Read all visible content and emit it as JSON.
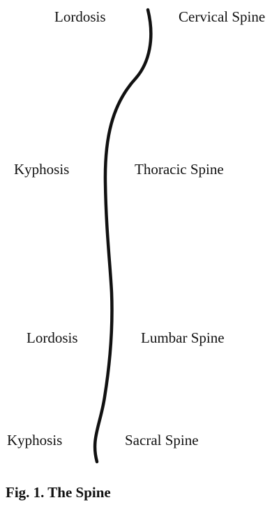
{
  "figure": {
    "caption": "Fig. 1.  The Spine",
    "regions": [
      {
        "curve": "Lordosis",
        "region": "Cervical Spine"
      },
      {
        "curve": "Kyphosis",
        "region": "Thoracic Spine"
      },
      {
        "curve": "Lordosis",
        "region": "Lumbar Spine"
      },
      {
        "curve": "Kyphosis",
        "region": "Sacral Spine"
      }
    ]
  }
}
